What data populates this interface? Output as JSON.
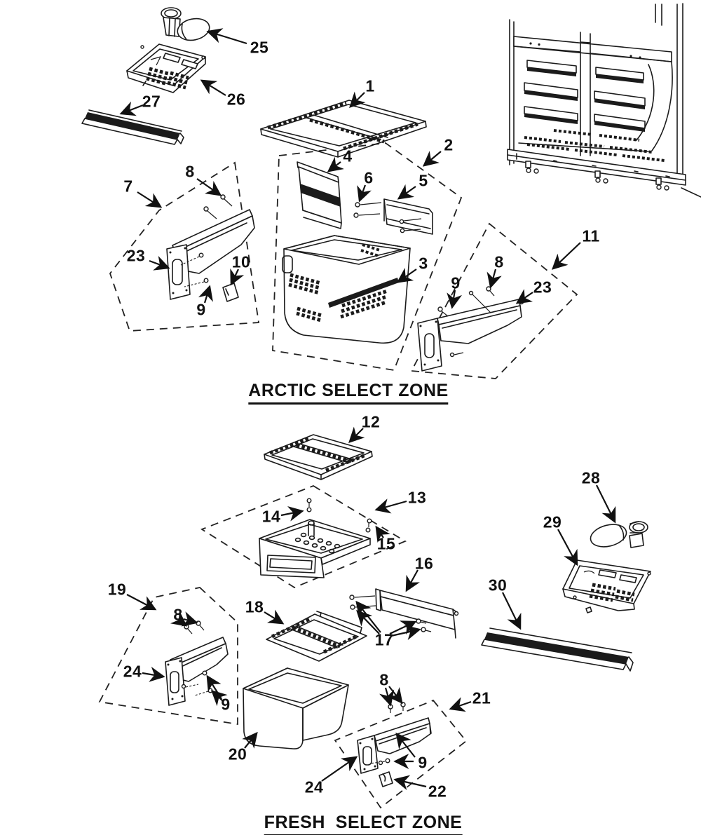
{
  "page": {
    "background": "#ffffff",
    "line_color": "#1b1b1b"
  },
  "sections": {
    "arctic_title": "ARCTIC SELECT ZONE",
    "fresh_title": "FRESH  SELECT ZONE"
  },
  "callouts": {
    "c1": "1",
    "c2": "2",
    "c3": "3",
    "c4": "4",
    "c5": "5",
    "c6": "6",
    "c7": "7",
    "c8a": "8",
    "c8b": "8",
    "c8c": "8",
    "c8d": "8",
    "c9a": "9",
    "c9b": "9",
    "c9c": "9",
    "c9d": "9",
    "c10": "10",
    "c11": "11",
    "c12": "12",
    "c13": "13",
    "c14": "14",
    "c15": "15",
    "c16": "16",
    "c17": "17",
    "c18": "18",
    "c19": "19",
    "c20": "20",
    "c21": "21",
    "c22": "22",
    "c23a": "23",
    "c23b": "23",
    "c24a": "24",
    "c24b": "24",
    "c25": "25",
    "c26": "26",
    "c27": "27",
    "c28": "28",
    "c29": "29",
    "c30": "30"
  }
}
